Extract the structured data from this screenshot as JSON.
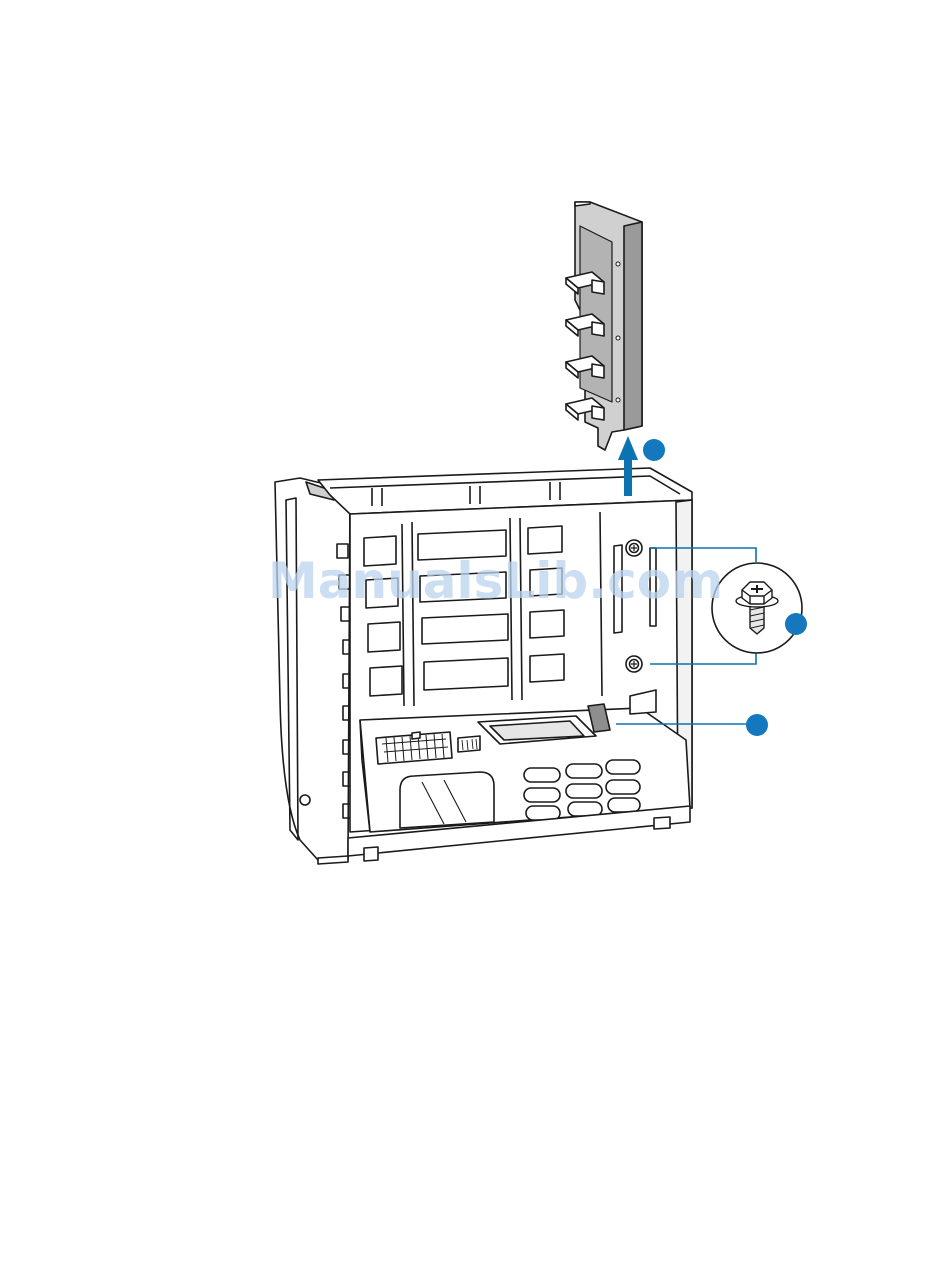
{
  "watermark": {
    "text": "ManualsLib.com"
  },
  "colors": {
    "line": "#1a1a1a",
    "accent": "#0a73b0",
    "callout_fill": "#1478be",
    "card_fill": "#d0d0d0",
    "card_dark": "#9a9a9a",
    "watermark": "#bcd3ee"
  },
  "icons": {
    "arrow": "up-arrow-icon",
    "screw": "screw-icon",
    "callouts": [
      "callout-dot-a",
      "callout-dot-b",
      "callout-dot-c"
    ]
  }
}
